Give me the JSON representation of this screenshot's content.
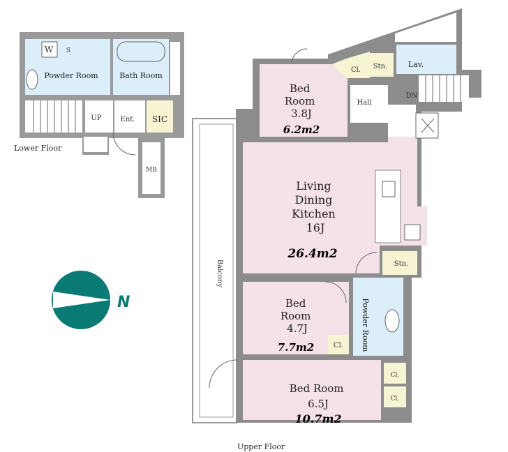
{
  "floorplan": {
    "lower_floor": {
      "caption": "Lower Floor",
      "rooms": {
        "powder_room": "Powder Room",
        "bath_room": "Bath Room",
        "up": "UP",
        "entrance": "Ent.",
        "sic": "SIC",
        "mb": "MB",
        "w": "W",
        "s": "S"
      }
    },
    "upper_floor": {
      "caption": "Upper Floor",
      "balcony": "Balcony",
      "hall": "Hall",
      "dn": "DN",
      "lav": "Lav.",
      "cl_top": "Cl.",
      "stn_top": "Stn.",
      "stn_ldk": "Stn.",
      "cl_mid": "Cl.",
      "cl_a": "Cl.",
      "cl_b": "Cl.",
      "powder_room": "Powder Room",
      "bedroom_1": {
        "name_1": "Bed",
        "name_2": "Room",
        "size": "3.8J",
        "area": "6.2m2"
      },
      "ldk": {
        "name_1": "Living",
        "name_2": "Dining",
        "name_3": "Kitchen",
        "size": "16J",
        "area": "26.4m2"
      },
      "bedroom_2": {
        "name_1": "Bed",
        "name_2": "Room",
        "size": "4.7J",
        "area": "7.7m2"
      },
      "bedroom_3": {
        "name_1": "Bed Room",
        "size": "6.5J",
        "area": "10.7m2"
      }
    },
    "north_label": "N",
    "colors": {
      "bedroom_fill": "#f5e1e8",
      "wet_fill": "#dbeefa",
      "storage_fill": "#f6f4d2",
      "wall_fill": "#8c8c8c",
      "compass": "#0a7a75"
    }
  }
}
